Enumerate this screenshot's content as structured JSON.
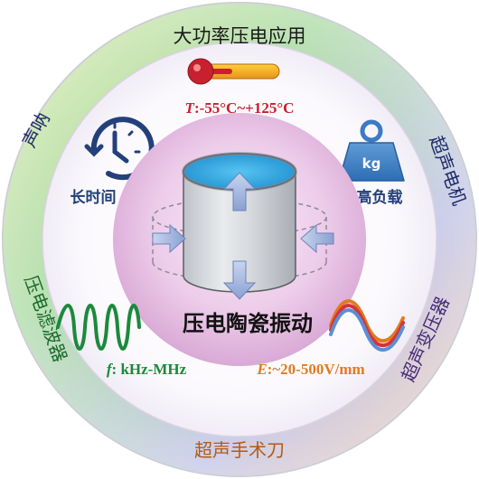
{
  "outer_ring": {
    "top": "大功率压电应用",
    "left_top": "声呐",
    "right_top": "超声电机",
    "left_bottom": "压电滤波器",
    "right_bottom": "超声变压器",
    "bottom": "超声手术刀"
  },
  "features": {
    "temperature": {
      "var": "T",
      "text": ":-55°C~+125°C"
    },
    "time_label": "长时间",
    "load_label": "高负载",
    "load_unit": "kg",
    "frequency": {
      "var": "f",
      "text": ": kHz-MHz"
    },
    "field": {
      "var": "E",
      "text": ":~20-500V/mm"
    }
  },
  "center_title": "压电陶瓷振动",
  "colors": {
    "ring_top": "#a6d9a3",
    "ring_left": "#d7e8a4",
    "ring_right": "#c7c9ea",
    "ring_bottom": "#f1cba7",
    "temp_red": "#c8202e",
    "time_blue": "#23407a",
    "freq_green": "#1a8a3a",
    "field_orange": "#e07b20",
    "center_pink": "#e6c2e3",
    "cylinder_top": "#2ea9e6"
  }
}
